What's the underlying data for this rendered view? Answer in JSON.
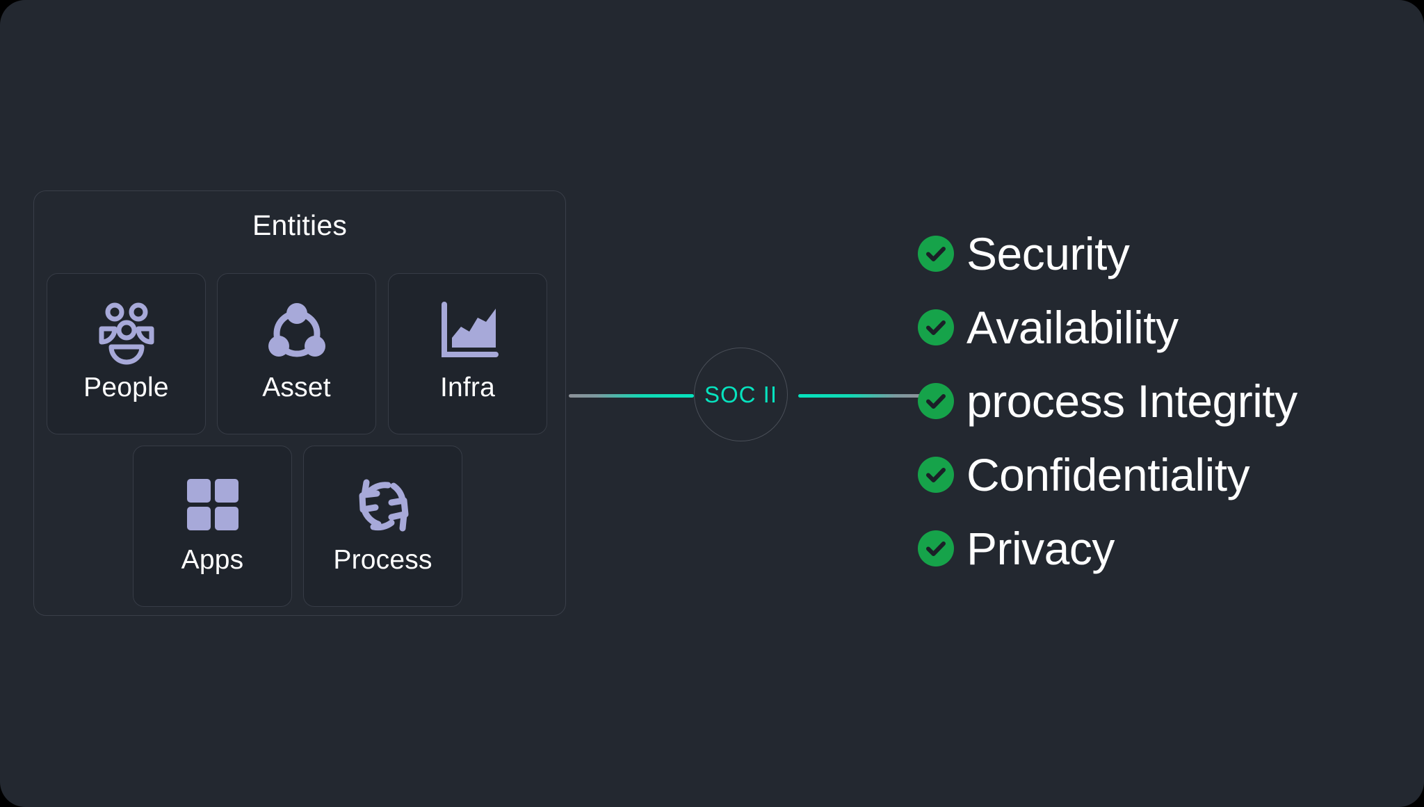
{
  "canvas": {
    "background": "#232830",
    "page_background": "#000000"
  },
  "entities_panel": {
    "title": "Entities",
    "accent": "#a7a9d9",
    "tiles": [
      {
        "label": "People",
        "icon": "users-group-icon"
      },
      {
        "label": "Asset",
        "icon": "share-network-icon"
      },
      {
        "label": "Infra",
        "icon": "area-chart-icon"
      },
      {
        "label": "Apps",
        "icon": "grid-squares-icon"
      },
      {
        "label": "Process",
        "icon": "circular-arrows-icon"
      }
    ]
  },
  "soc_node": {
    "label": "SOC II",
    "color": "#07e3bf"
  },
  "connectors": {
    "gray": "#8d9198",
    "teal": "#05e2bd"
  },
  "criteria": {
    "check_color": "#16a34a",
    "items": [
      {
        "label": "Security"
      },
      {
        "label": "Availability"
      },
      {
        "label": "process Integrity"
      },
      {
        "label": "Confidentiality"
      },
      {
        "label": "Privacy"
      }
    ]
  }
}
